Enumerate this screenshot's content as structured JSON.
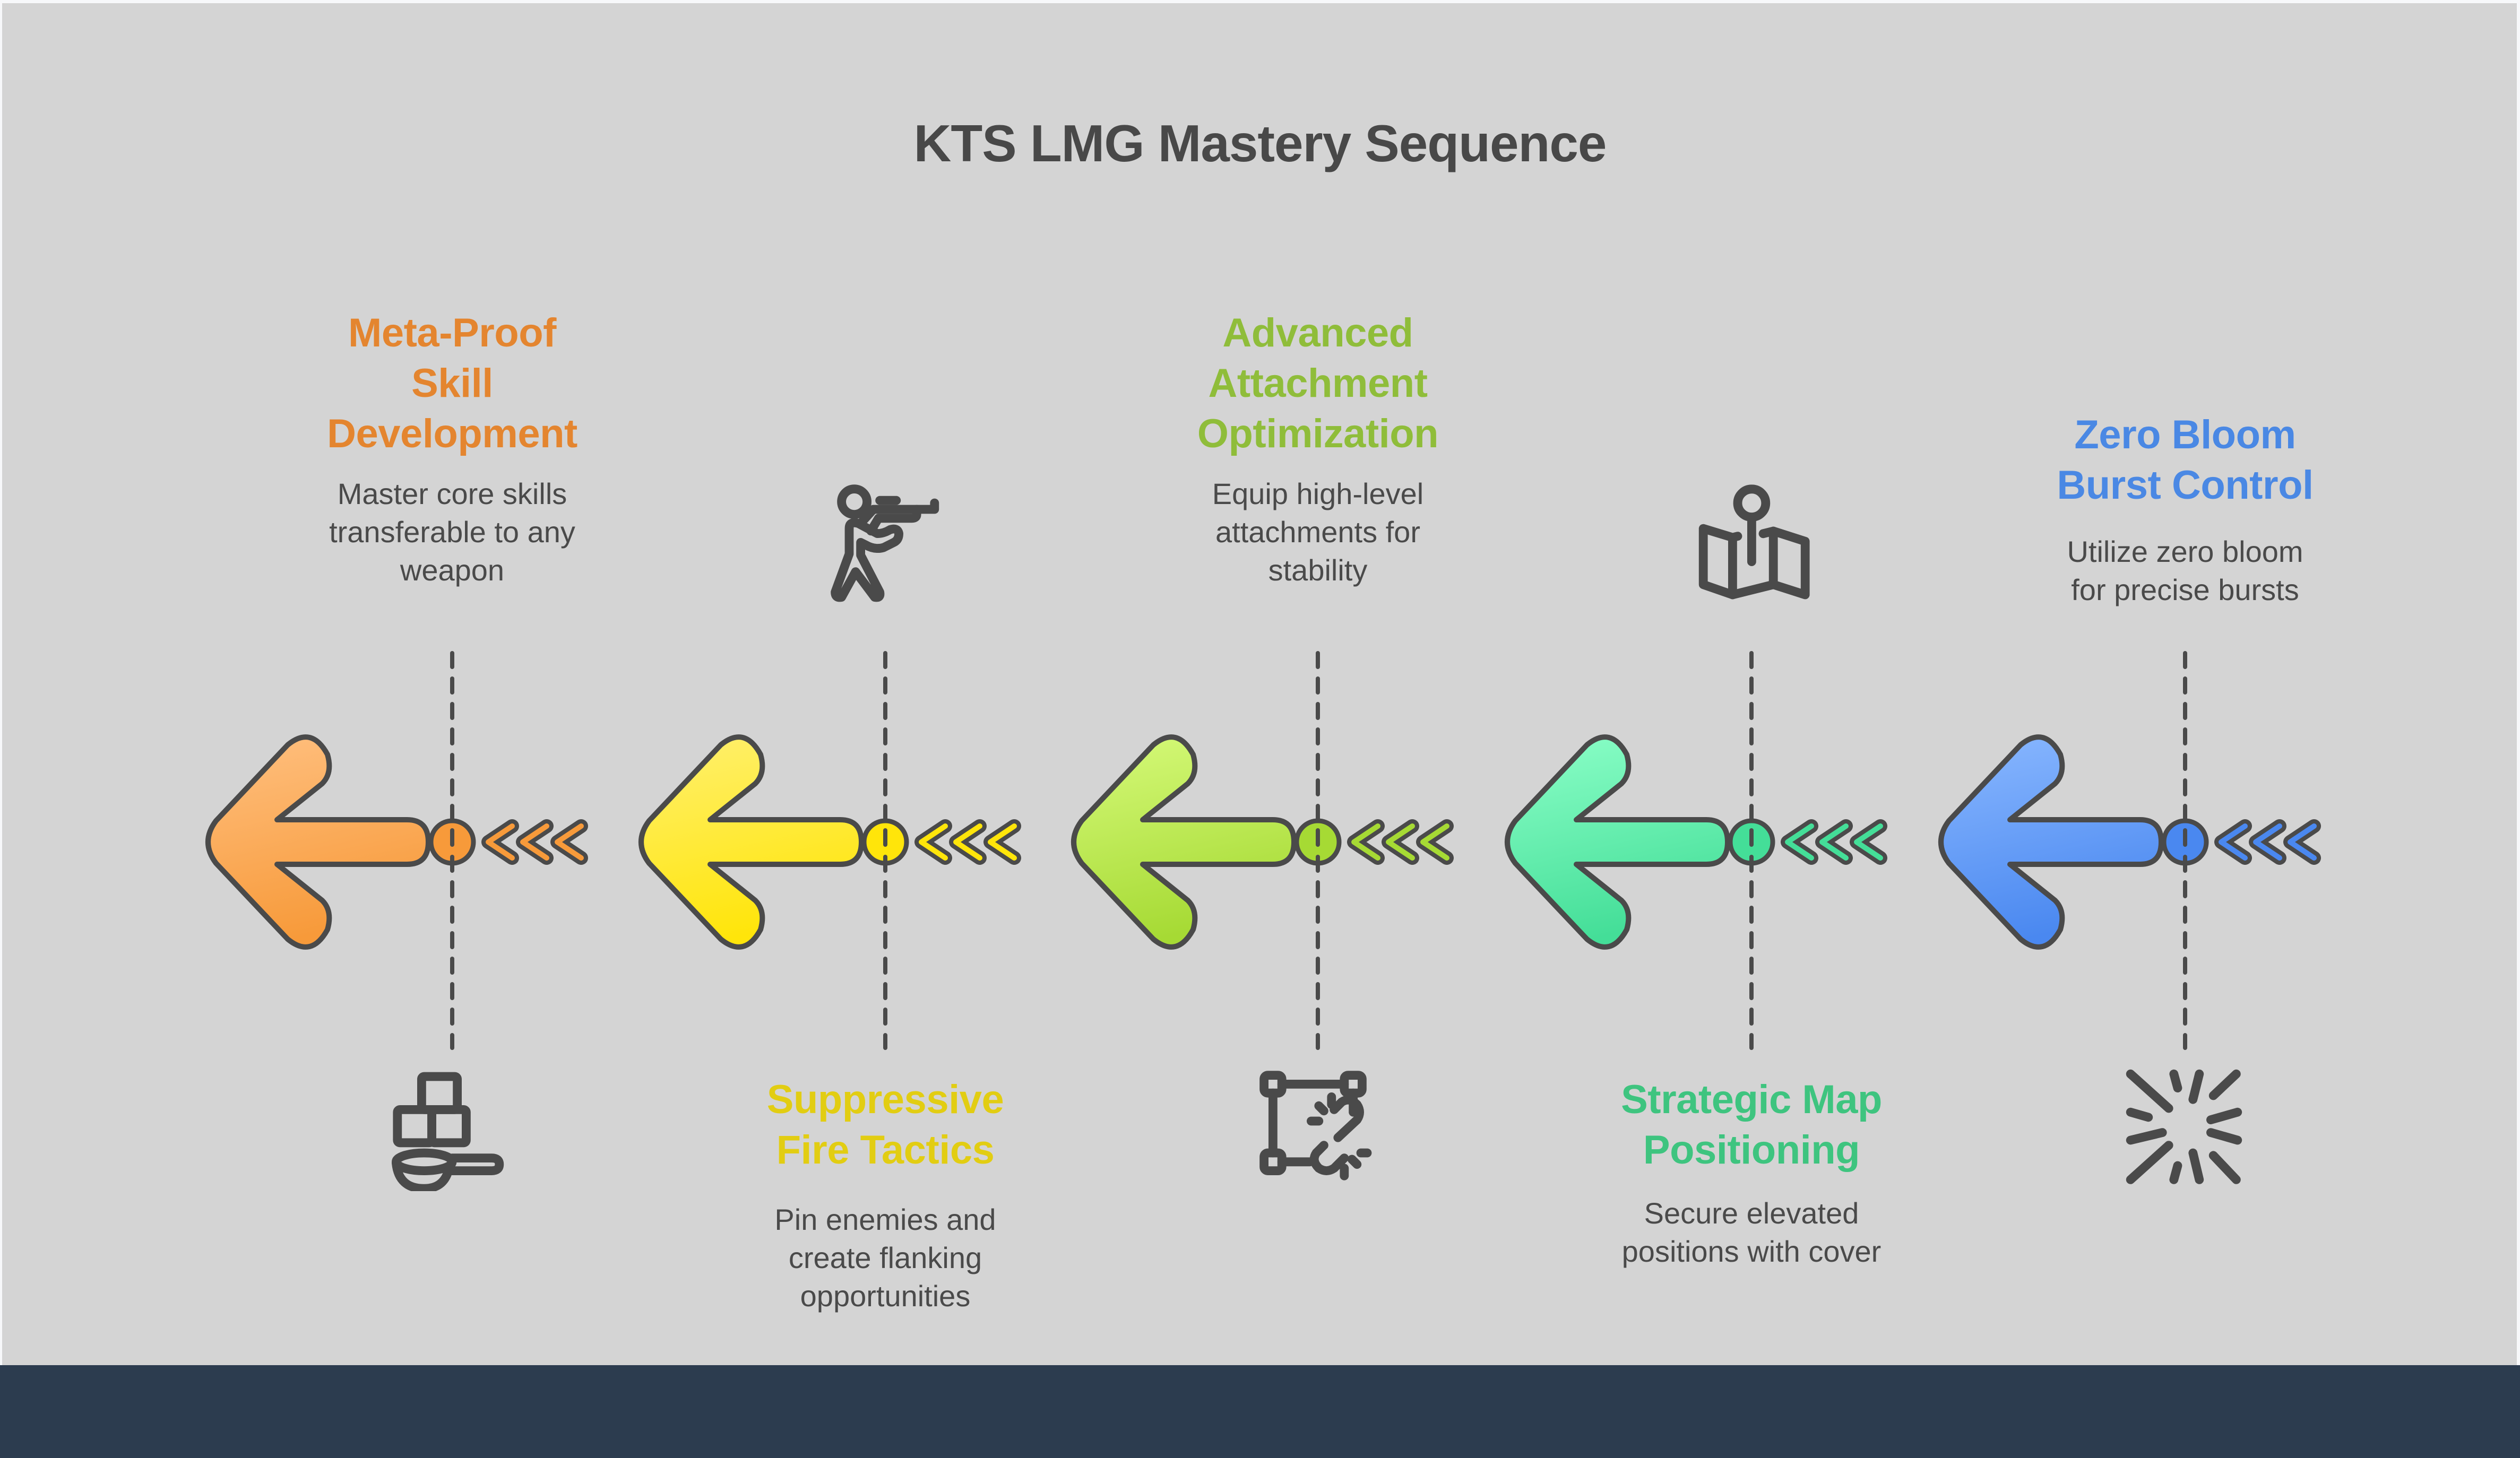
{
  "title": "KTS LMG Mastery Sequence",
  "stages": [
    {
      "title": "Meta-Proof\nSkill\nDevelopment",
      "description": "Master core skills\ntransferable to any\nweapon",
      "color": "#e4852f",
      "gradient": [
        "#ffc080",
        "#f79a3a"
      ],
      "icon": "measuring-scoop-blocks-icon",
      "text_position": "top"
    },
    {
      "title": "Suppressive\nFire Tactics",
      "description": "Pin enemies and\ncreate flanking\nopportunities",
      "color": "#e2cd12",
      "gradient": [
        "#fff070",
        "#ffe50a"
      ],
      "icon": "rifleman-icon",
      "text_position": "bottom"
    },
    {
      "title": "Advanced\nAttachment\nOptimization",
      "description": "Equip high-level\nattachments for\nstability",
      "color": "#8fbd3a",
      "gradient": [
        "#d6fa7a",
        "#a6da34"
      ],
      "icon": "broken-link-frame-icon",
      "text_position": "top"
    },
    {
      "title": "Strategic Map\nPositioning",
      "description": "Secure elevated\npositions with cover",
      "color": "#3ec47f",
      "gradient": [
        "#8cffc8",
        "#44de98"
      ],
      "icon": "map-pin-icon",
      "text_position": "bottom"
    },
    {
      "title": "Zero Bloom\nBurst Control",
      "description": "Utilize zero bloom\nfor precise bursts",
      "color": "#4a88e4",
      "gradient": [
        "#8ab8ff",
        "#4a88f0"
      ],
      "icon": "burst-icon",
      "text_position": "top"
    }
  ],
  "outline_color": "#4a4a4a",
  "footer_color": "#2c3c4f"
}
